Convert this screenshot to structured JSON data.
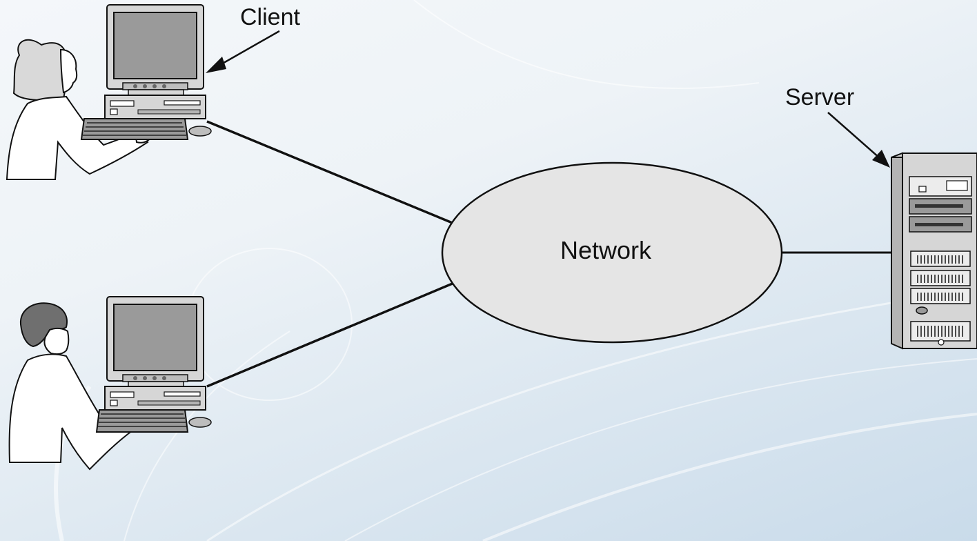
{
  "labels": {
    "client": "Client",
    "server": "Server",
    "network": "Network"
  },
  "colors": {
    "network_fill": "#e5e5e5",
    "stroke": "#111111",
    "monitor_screen": "#9a9a9a",
    "equipment_light": "#d6d6d6",
    "equipment_mid": "#b4b4b4",
    "hair_female": "#d9d9d9",
    "hair_male": "#6f6f6f"
  },
  "icons": {
    "client_top": [
      "female-user-icon",
      "desktop-computer-icon"
    ],
    "client_bottom": [
      "male-user-icon",
      "desktop-computer-icon"
    ],
    "server": "server-tower-icon"
  }
}
